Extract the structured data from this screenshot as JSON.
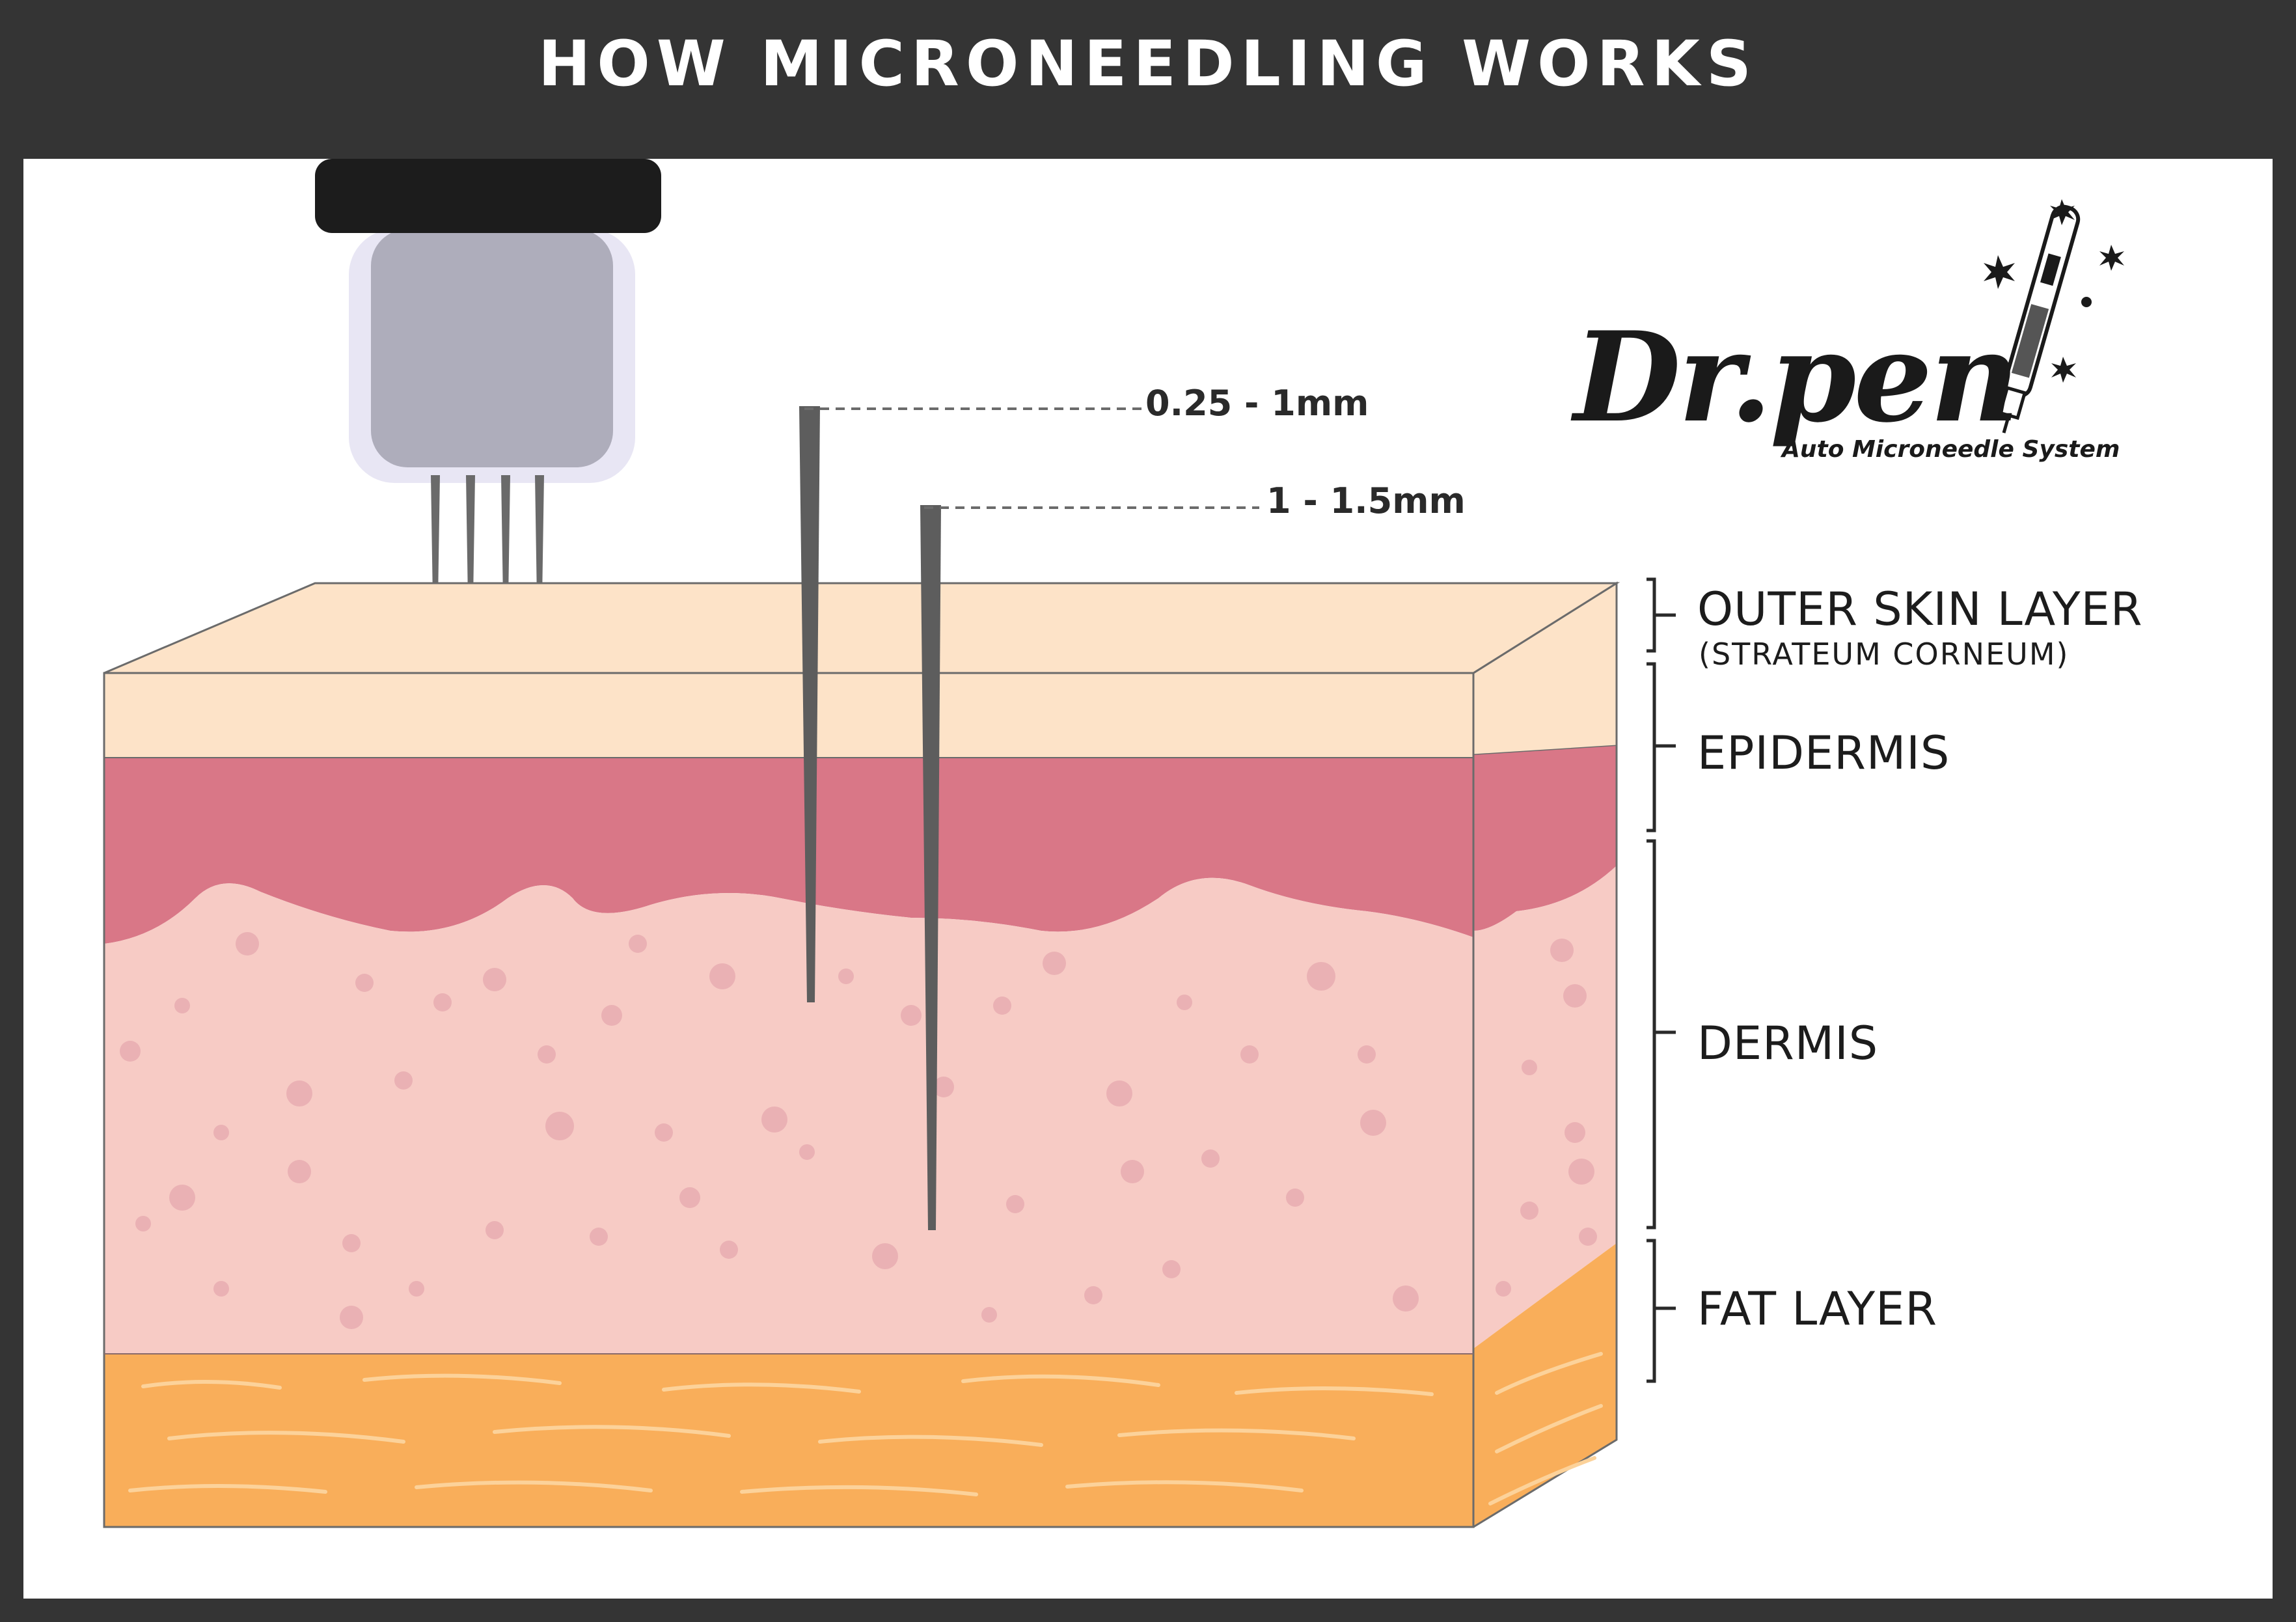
{
  "title": "HOW MICRONEEDLING WORKS",
  "depth_labels": {
    "short": "0.25 - 1mm",
    "long": "1 - 1.5mm"
  },
  "layers": {
    "outer_skin": "OUTER SKIN LAYER",
    "outer_skin_sub": "(STRATEUM CORNEUM)",
    "epidermis": "EPIDERMIS",
    "dermis": "DERMIS",
    "fat": "FAT LAYER"
  },
  "logo": {
    "brand": "Dr.pen",
    "tagline": "Auto Microneedle System"
  },
  "colors": {
    "header": "#343434",
    "outer_skin": "#fde3c8",
    "epidermis": "#d97787",
    "dermis": "#f7cbc5",
    "fat": "#f9ae5a",
    "needle": "#5d5d5d",
    "device_body": "#aeadbb"
  }
}
